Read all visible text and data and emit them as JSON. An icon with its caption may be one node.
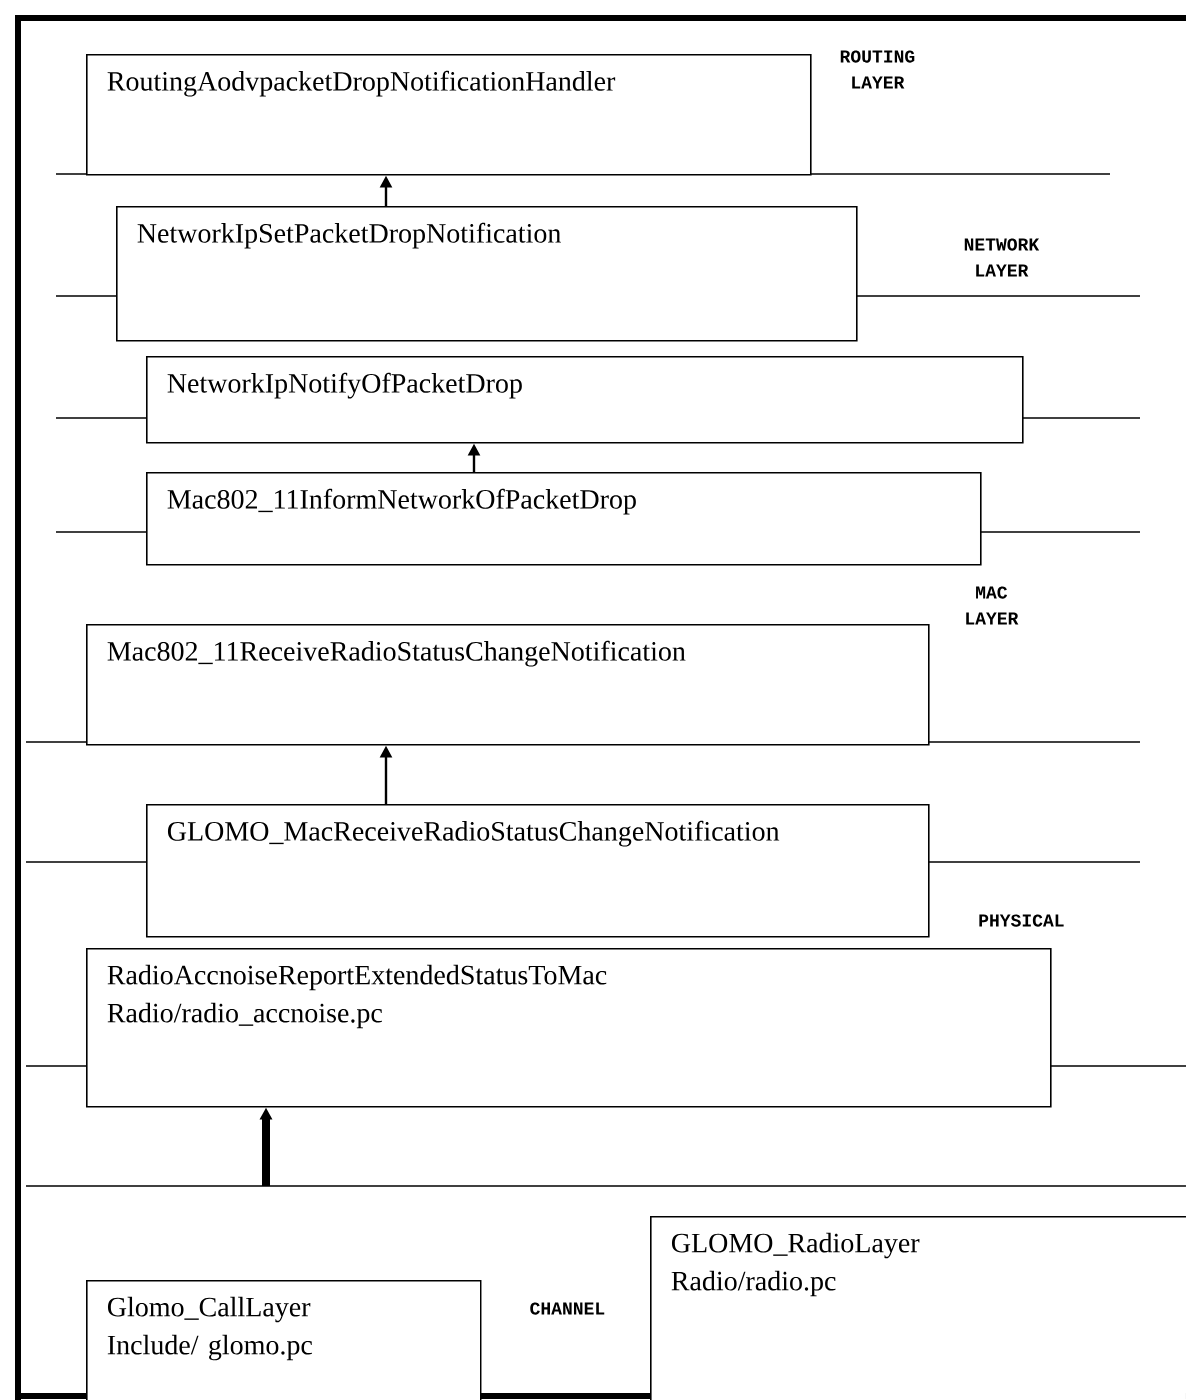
{
  "diagram": {
    "nodes": [
      {
        "text": [
          "RoutingAodvpacketDropNotificationHandler"
        ]
      },
      {
        "text": [
          "NetworkIpSetPacketDropNotification"
        ]
      },
      {
        "text": [
          "NetworkIpNotifyOfPacketDrop"
        ]
      },
      {
        "text": [
          "Mac802_11InformNetworkOfPacketDrop"
        ]
      },
      {
        "text": [
          "Mac802_11ReceiveRadioStatusChangeNotification"
        ]
      },
      {
        "text": [
          "GLOMO_MacReceiveRadioStatusChangeNotification"
        ]
      },
      {
        "text": [
          "RadioAccnoiseReportExtendedStatusToMac",
          "Radio/radio_accnoise.pc"
        ]
      },
      {
        "text": [
          "Glomo_CallLayer",
          "Include/ glomo.pc"
        ]
      },
      {
        "text": [
          "GLOMO_RadioLayer",
          "Radio/radio.pc"
        ]
      }
    ],
    "edges": [
      {
        "from": 1,
        "to": 0,
        "arrow": "to"
      },
      {
        "from": 3,
        "to": 2,
        "arrow": "to"
      },
      {
        "from": 5,
        "to": 4,
        "arrow": "to"
      },
      {
        "from": null,
        "to": 6,
        "arrow": "to",
        "style": "thick"
      }
    ],
    "labels": [
      "ROUTING LAYER",
      "NETWORK LAYER",
      "MAC LAYER",
      "PHYSICAL",
      "CHANNEL"
    ]
  }
}
